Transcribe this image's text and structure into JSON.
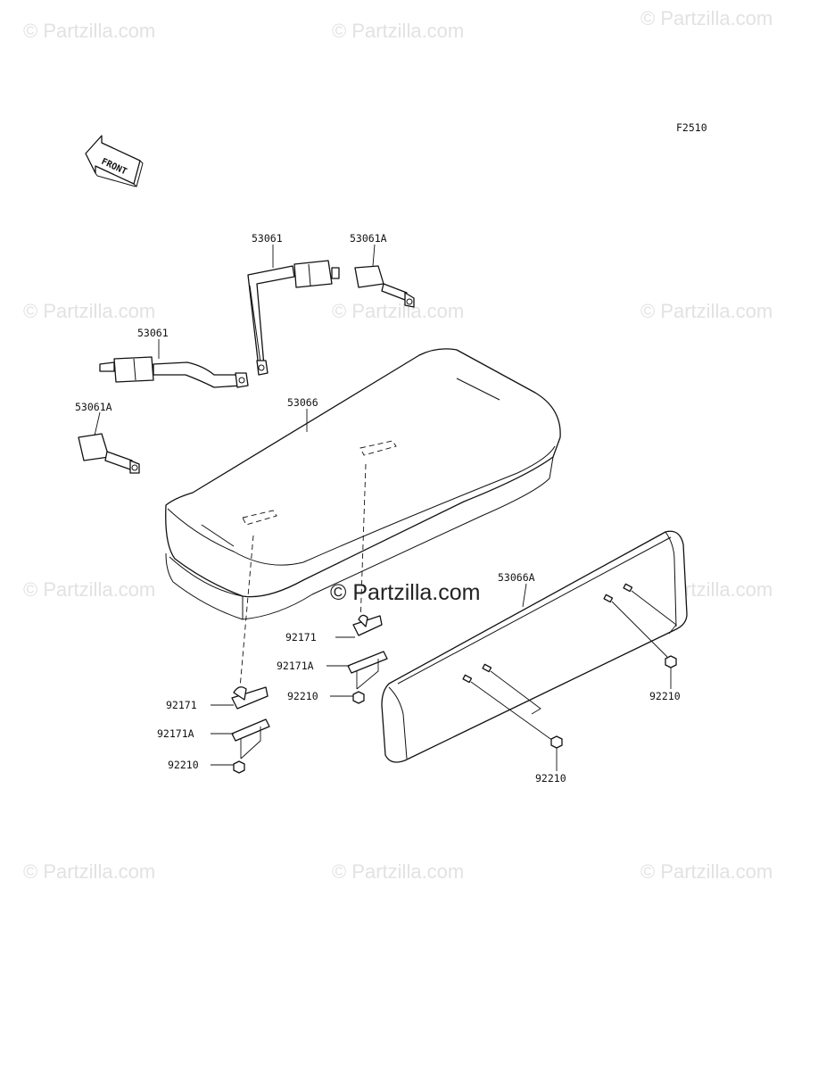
{
  "diagram_code": "F2510",
  "front_label": "FRONT",
  "watermark": {
    "text": "© Partzilla.com",
    "center_text": "© Partzilla.com"
  },
  "part_labels": {
    "belt_upper": "53061",
    "buckle_upper": "53061A",
    "belt_lower": "53061",
    "buckle_lower": "53061A",
    "seat_cushion": "53066",
    "seat_back": "53066A",
    "bracket_center": "92171",
    "bracket_center_a": "92171A",
    "nut_center": "92210",
    "bracket_left": "92171",
    "bracket_left_a": "92171A",
    "nut_left": "92210",
    "nut_back_right": "92210",
    "nut_back_bottom": "92210"
  }
}
